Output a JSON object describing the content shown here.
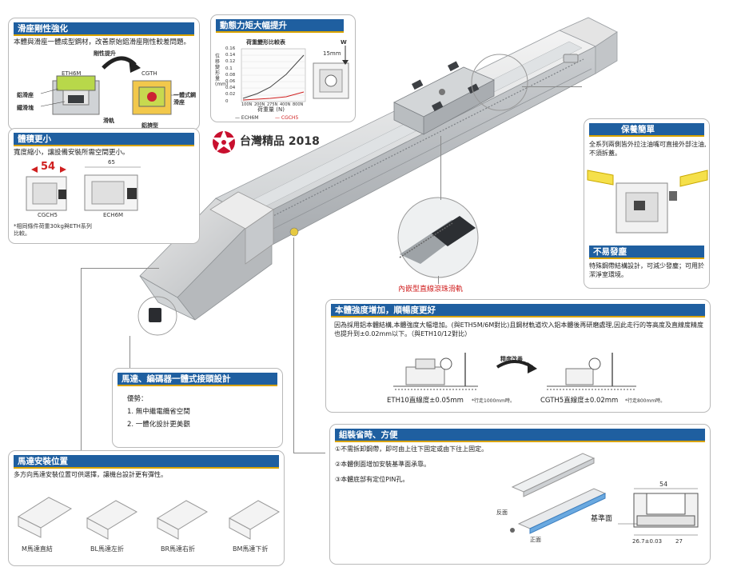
{
  "slide_panel": {
    "title": "滑座剛性強化",
    "desc": "本體與滑座一體成型鋼材，改善原始鋁滑座剛性較差問題。",
    "left_label": "ETH6M",
    "right_label": "CGTH",
    "arrow_label": "剛性提升",
    "part_alu_slide": "鋁滑座",
    "part_rail": "鐵滑塊",
    "part_track": "滑軌",
    "part_integrated": "一體式鋼滑座",
    "part_alu_type": "鋁擠型"
  },
  "volume_panel": {
    "title": "體積更小",
    "desc": "寬度縮小，讓設備安裝所需空間更小。",
    "dim_small": "54",
    "dim_large": "65",
    "label_left": "CGCH5",
    "label_right": "ECH6M",
    "note": "*相同條件荷重30kg與ETH系列比較。"
  },
  "moment_panel": {
    "title": "動態力矩大幅提升",
    "chart_title": "荷重變形比較表",
    "ylabel": "位移變形量(mm)",
    "xlabel": "荷重量 (N)",
    "w_label": "W",
    "mm_label": "15mm",
    "legend_1": "— ECH6M",
    "legend_2": "— CGCH5",
    "yticks": [
      "0.16",
      "0.14",
      "0.12",
      "0.1",
      "0.08",
      "0.06",
      "0.04",
      "0.02",
      "0"
    ],
    "xticks": [
      "100N",
      "200N",
      "275N",
      "400N",
      "800N"
    ]
  },
  "award": {
    "text": "台灣精品 2018"
  },
  "maintenance_panel": {
    "title": "保養簡單",
    "desc": "全系列兩側皆外拉注油嘴可直接外部注油,不須拆蓋。",
    "title2": "不易發塵",
    "desc2": "特殊鋼帶結構設計，可減少發塵；可用於潔淨室環境。"
  },
  "rail_callout": {
    "label": "內嵌型直線滾珠滑軌"
  },
  "strength_panel": {
    "title": "本體強度增加，順暢度更好",
    "desc": "因為採用鋁本體結構,本體強度大幅增加。(與ETH5M/6M對比)且鋼材軌道坎入鋁本體後再研磨處理,因此走行的等高度及直線度精度也提升到±0.02mm以下。（與ETH10/12對比）",
    "left_caption": "ETH10直線度±0.05mm",
    "left_note": "*行走1000mm時。",
    "right_caption": "CGTH5直線度±0.02mm",
    "right_note": "*行走800mm時。",
    "arrow_label": "精度改善"
  },
  "motor_panel": {
    "title": "馬達、編碼器一體式接頭設計",
    "adv": "優勢：",
    "item1": "1. 無中繼電纜省空間",
    "item2": "2. 一體化設計更美觀"
  },
  "assembly_panel": {
    "title": "組裝省時、方便",
    "item1": "①不需拆卸鋼帶，即可由上往下固定或由下往上固定。",
    "item2": "②本體側面增加安裝基準面承靠。",
    "item3": "③本體底部有定位PIN孔。",
    "label_back": "反面",
    "label_front": "正面",
    "dim_top": "54",
    "ref_label": "基準面",
    "dim_a": "26.7±0.03",
    "dim_b": "27"
  },
  "mount_panel": {
    "title": "馬達安裝位置",
    "desc": "多方向馬達安裝位置可供選擇，讓機台設計更有彈性。",
    "opt1": "M馬達直結",
    "opt2": "BL馬達左折",
    "opt3": "BR馬達右折",
    "opt4": "BM馬達下折"
  },
  "colors": {
    "header_blue": "#1f5fa0",
    "accent_gold": "#d9a300",
    "callout_red": "#d02020",
    "award_red": "#c8102e"
  }
}
